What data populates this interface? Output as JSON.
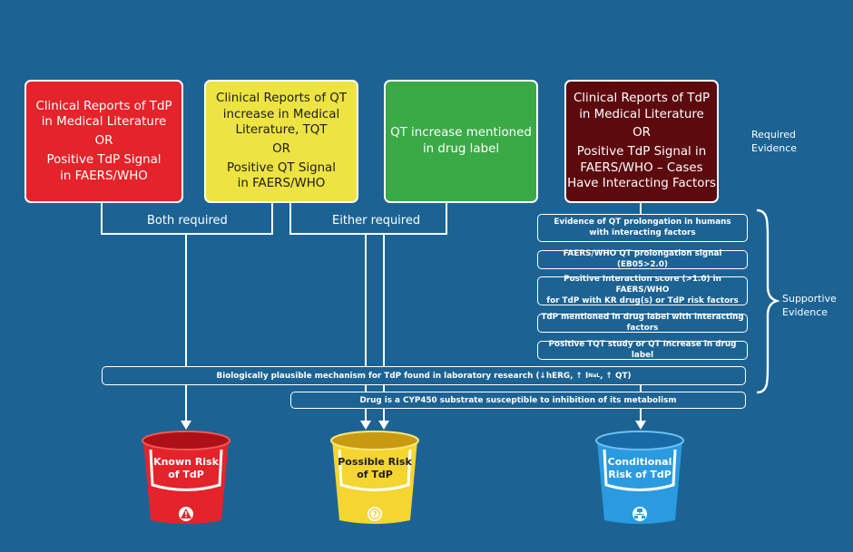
{
  "boxes": {
    "red": {
      "line1": "Clinical Reports of TdP",
      "line2": "in Medical Literature",
      "or": "OR",
      "line3": "Positive TdP Signal",
      "line4": "in FAERS/WHO",
      "color": "#e4232a"
    },
    "yellow": {
      "line1": "Clinical Reports of QT",
      "line2": "increase in Medical",
      "line3": "Literature, TQT",
      "or": "OR",
      "line4": "Positive QT Signal",
      "line5": "in FAERS/WHO",
      "color": "#ede342"
    },
    "green": {
      "line1": "QT increase mentioned",
      "line2": "in drug label",
      "color": "#3aaa47"
    },
    "maroon": {
      "line1": "Clinical Reports of TdP",
      "line2": "in Medical Literature",
      "or": "OR",
      "line3": "Positive TdP Signal in",
      "line4": "FAERS/WHO – Cases",
      "line5": "Have Interacting Factors",
      "color": "#5c0a0e"
    }
  },
  "labels": {
    "both_required": "Both required",
    "either_required": "Either required"
  },
  "side_labels": {
    "required": {
      "line1": "Required",
      "line2": "Evidence"
    },
    "supportive": {
      "line1": "Supportive",
      "line2": "Evidence"
    }
  },
  "supportive_items": {
    "s1": {
      "line1": "Evidence of QT prolongation in humans",
      "line2": "with interacting factors"
    },
    "s2": {
      "line1": "FAERS/WHO QT prolongation signal (EB05>2.0)"
    },
    "s3": {
      "line1": "Positive Interaction score (>1.0) in FAERS/WHO",
      "line2": "for TdP with KR drug(s) or TdP risk factors"
    },
    "s4": {
      "line1": "TdP mentioned in drug label with interacting factors"
    },
    "s5": {
      "line1": "Positive TQT study or QT Increase in drug label"
    }
  },
  "bars": {
    "bio": {
      "pre": "Biologically plausible mechanism for TdP found in laboratory research (↓hERG, ↑ I",
      "sub": "NaL",
      "post": ", ↑ QT)"
    },
    "cyp": {
      "text": "Drug is a CYP450 substrate susceptible to inhibition of its metabolism"
    }
  },
  "buckets": {
    "known": {
      "line1": "Known Risk",
      "line2": "of TdP",
      "icon": "warning-icon",
      "color": "#e4232a"
    },
    "possible": {
      "line1": "Possible Risk",
      "line2": "of TdP",
      "icon": "question-icon",
      "color": "#f4d531"
    },
    "conditional": {
      "line1": "Conditional",
      "line2": "Risk of TdP",
      "icon": "hierarchy-icon",
      "color": "#2a9be0"
    }
  },
  "colors": {
    "background": "#1c6394",
    "line": "#ffffff"
  }
}
